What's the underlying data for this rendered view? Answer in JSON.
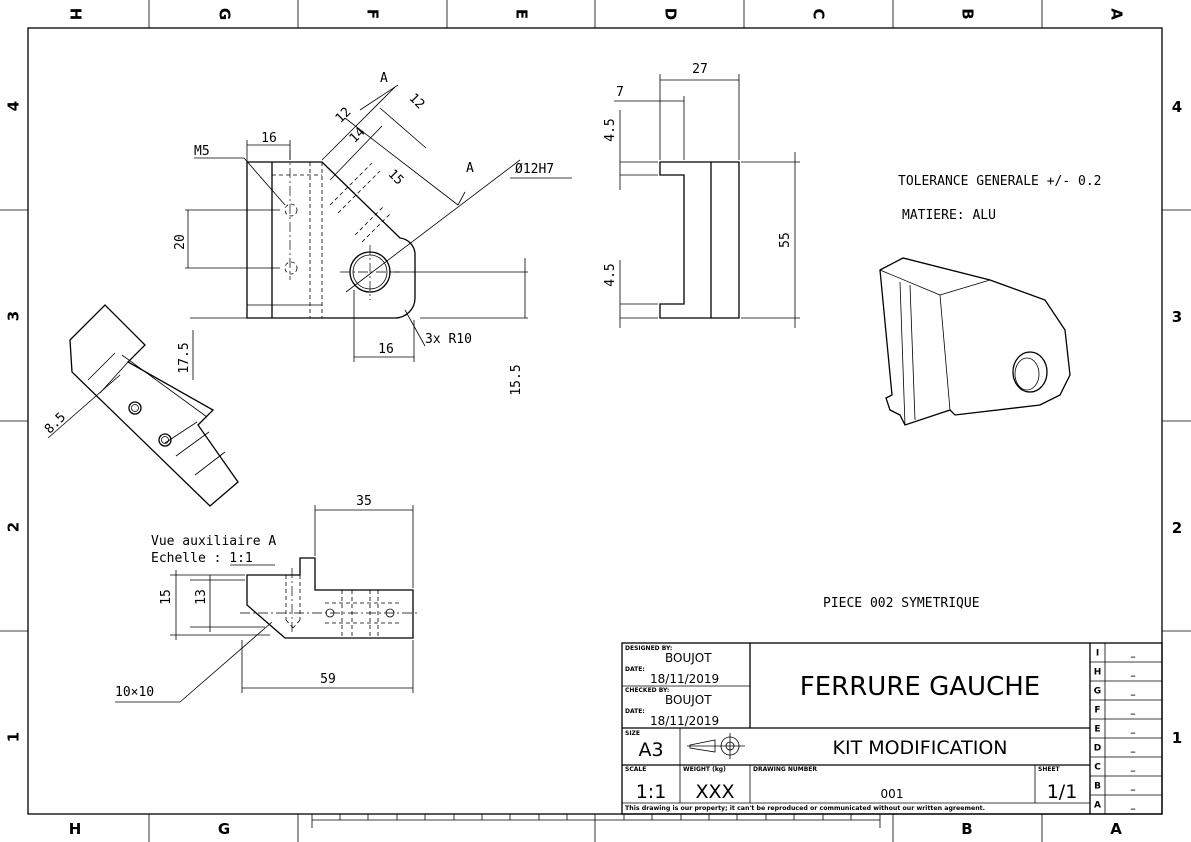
{
  "zones": {
    "letters_top": [
      "H",
      "G",
      "F",
      "E",
      "D",
      "C",
      "B",
      "A"
    ],
    "letters_bottom": [
      "H",
      "G",
      "B",
      "A"
    ],
    "numbers": [
      "4",
      "3",
      "2",
      "1"
    ]
  },
  "notes": {
    "tolerance": "TOLERANCE GENERALE +/- 0.2",
    "material": "MATIERE: ALU",
    "symmetric": "PIECE 002 SYMETRIQUE",
    "aux_view_title": "Vue auxiliaire A",
    "aux_view_scale": "Echelle :  1:1"
  },
  "dimensions": {
    "front": {
      "d16_top": "16",
      "d12_a": "12",
      "d14": "14",
      "d12_b": "12",
      "d15": "15",
      "m5": "M5",
      "bore": "Ø12H7",
      "section_a1": "A",
      "section_a2": "A",
      "d20": "20",
      "d16_bottom": "16",
      "r10": "3x  R10",
      "d15_5": "15.5"
    },
    "side": {
      "d27": "27",
      "d7": "7",
      "d4_5_top": "4.5",
      "d55": "55",
      "d4_5_bot": "4.5"
    },
    "tilted": {
      "d17_5": "17.5",
      "d8_5": "8.5"
    },
    "aux": {
      "d35": "35",
      "d15": "15",
      "d13": "13",
      "d59": "59",
      "chamfer": "10×10"
    }
  },
  "title_block": {
    "designed_by_label": "DESIGNED BY:",
    "designed_by": "BOUJOT",
    "date_label": "DATE:",
    "date1": "18/11/2019",
    "checked_by_label": "CHECKED BY:",
    "checked_by": "BOUJOT",
    "date2_label": "DATE:",
    "date2": "18/11/2019",
    "size_label": "SIZE",
    "size": "A3",
    "scale_label": "SCALE",
    "scale": "1:1",
    "weight_label": "WEIGHT (kg)",
    "weight": "XXX",
    "drawing_number_label": "DRAWING NUMBER",
    "drawing_number": "001",
    "sheet_label": "SHEET",
    "sheet": "1/1",
    "title": "FERRURE GAUCHE",
    "subtitle": "KIT MODIFICATION",
    "disclaimer": "This drawing is our property; it can't be reproduced or communicated without our written agreement.",
    "revisions": [
      {
        "letter": "I",
        "value": "_"
      },
      {
        "letter": "H",
        "value": "_"
      },
      {
        "letter": "G",
        "value": "_"
      },
      {
        "letter": "F",
        "value": "_"
      },
      {
        "letter": "E",
        "value": "_"
      },
      {
        "letter": "D",
        "value": "_"
      },
      {
        "letter": "C",
        "value": "_"
      },
      {
        "letter": "B",
        "value": "_"
      },
      {
        "letter": "A",
        "value": "_"
      }
    ]
  }
}
